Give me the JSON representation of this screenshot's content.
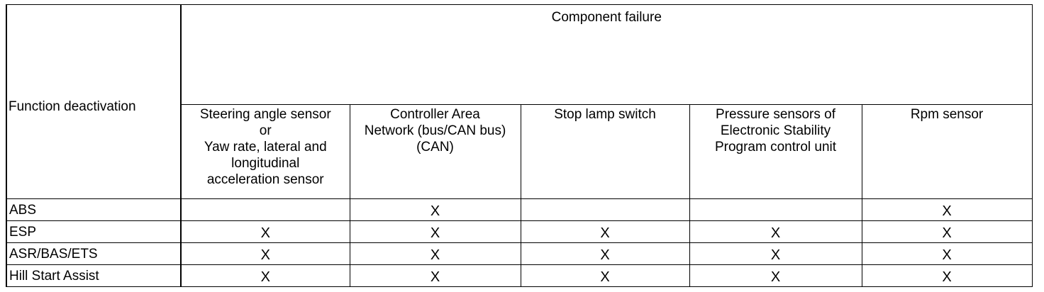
{
  "table": {
    "corner_label": "Function deactivation",
    "group_header": "Component failure",
    "columns": [
      {
        "lines": [
          "Steering angle sensor",
          "or",
          "Yaw rate, lateral and",
          "longitudinal",
          "acceleration sensor"
        ]
      },
      {
        "lines": [
          "Controller Area",
          "Network (bus/CAN bus)",
          "(CAN)"
        ]
      },
      {
        "lines": [
          "Stop lamp switch"
        ]
      },
      {
        "lines": [
          "Pressure sensors of",
          "Electronic Stability",
          "Program control unit"
        ]
      },
      {
        "lines": [
          "Rpm sensor"
        ]
      }
    ],
    "rows": [
      {
        "label": "ABS",
        "cells": [
          "",
          "X",
          "",
          "",
          "X"
        ]
      },
      {
        "label": "ESP",
        "cells": [
          "X",
          "X",
          "X",
          "X",
          "X"
        ]
      },
      {
        "label": "ASR/BAS/ETS",
        "cells": [
          "X",
          "X",
          "X",
          "X",
          "X"
        ]
      },
      {
        "label": "Hill Start Assist",
        "cells": [
          "X",
          "X",
          "X",
          "X",
          "X"
        ]
      }
    ]
  }
}
